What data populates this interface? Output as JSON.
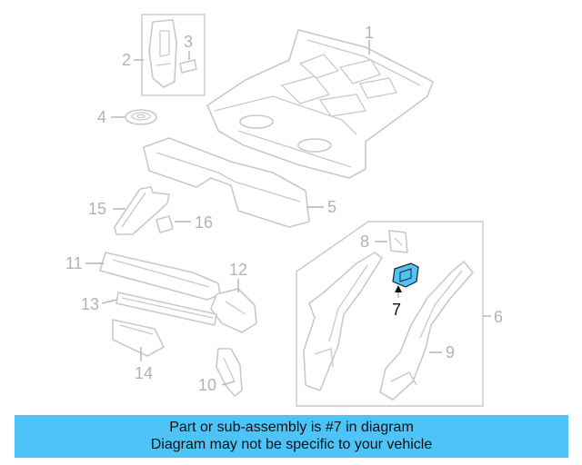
{
  "callouts": {
    "c1": "1",
    "c2": "2",
    "c3": "3",
    "c4": "4",
    "c5": "5",
    "c6": "6",
    "c7": "7",
    "c8": "8",
    "c9": "9",
    "c10": "10",
    "c11": "11",
    "c12": "12",
    "c13": "13",
    "c14": "14",
    "c15": "15",
    "c16": "16"
  },
  "highlight_color": "#4dc3f7",
  "banner": {
    "line1": "Part or sub-assembly is #7 in diagram",
    "line2": "Diagram may not be specific to your vehicle",
    "background": "#4dc3f7"
  }
}
